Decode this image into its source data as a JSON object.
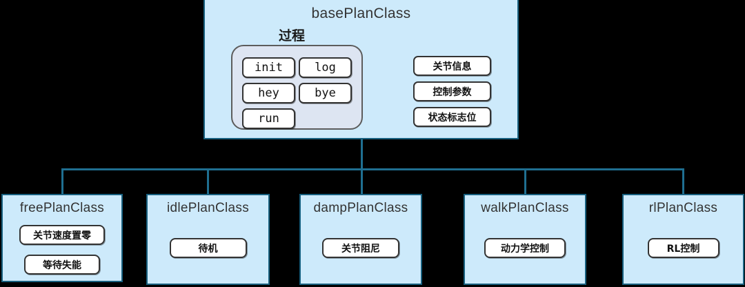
{
  "diagram": {
    "type": "class-inheritance-tree",
    "colors": {
      "box_fill": "#cdeafb",
      "box_border": "#18607f",
      "group_fill": "#dde5f2",
      "group_border": "#5c5c5c",
      "pill_fill": "#ffffff",
      "pill_border": "#333333",
      "connector": "#1f6f91",
      "background": "#000000"
    },
    "parent": {
      "title": "basePlanClass",
      "group_label": "过程",
      "methods": [
        "init",
        "log",
        "hey",
        "bye",
        "run"
      ],
      "attributes": [
        "关节信息",
        "控制参数",
        "状态标志位"
      ]
    },
    "children": [
      {
        "title": "freePlanClass",
        "items": [
          "关节速度置零",
          "等待失能"
        ]
      },
      {
        "title": "idlePlanClass",
        "items": [
          "待机"
        ]
      },
      {
        "title": "dampPlanClass",
        "items": [
          "关节阻尼"
        ]
      },
      {
        "title": "walkPlanClass",
        "items": [
          "动力学控制"
        ]
      },
      {
        "title": "rlPlanClass",
        "items": [
          "RL控制"
        ]
      }
    ]
  }
}
